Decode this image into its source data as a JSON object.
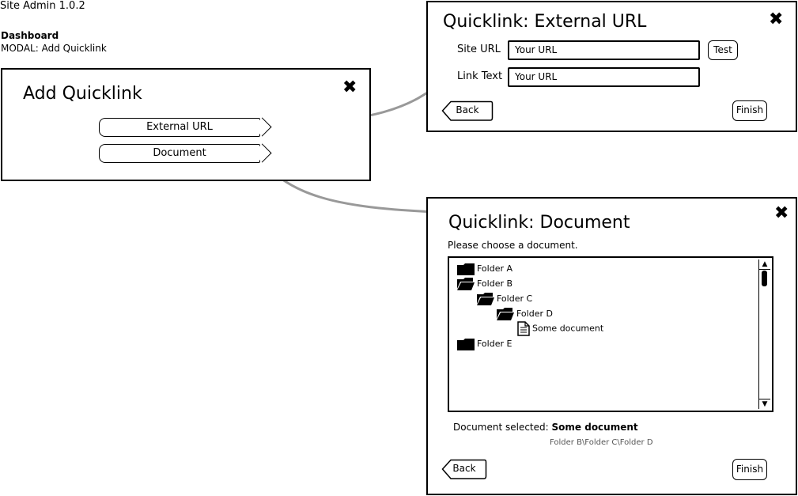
{
  "app": {
    "title": "Site Admin 1.0.2"
  },
  "breadcrumb": {
    "page": "Dashboard",
    "context": "MODAL: Add Quicklink"
  },
  "add_modal": {
    "heading": "Add Quicklink",
    "options": [
      "External URL",
      "Document"
    ],
    "close_icon": "close-icon"
  },
  "url_modal": {
    "heading": "Quicklink: External URL",
    "site_url_label": "Site URL",
    "site_url_value": "Your URL",
    "link_text_label": "Link Text",
    "link_text_value": "Your URL",
    "test_label": "Test",
    "back_label": "Back",
    "finish_label": "Finish"
  },
  "doc_modal": {
    "heading": "Quicklink: Document",
    "instruction": "Please choose a document.",
    "tree": [
      {
        "label": "Folder A",
        "type": "folder-closed",
        "depth": 0
      },
      {
        "label": "Folder B",
        "type": "folder-open",
        "depth": 0
      },
      {
        "label": "Folder C",
        "type": "folder-open",
        "depth": 1
      },
      {
        "label": "Folder D",
        "type": "folder-open",
        "depth": 2
      },
      {
        "label": "Some document",
        "type": "document",
        "depth": 3
      },
      {
        "label": "Folder E",
        "type": "folder-closed",
        "depth": 0
      }
    ],
    "selected_label": "Document selected:",
    "selected_value": "Some document",
    "selected_path": "Folder B\\Folder C\\Folder D",
    "back_label": "Back",
    "finish_label": "Finish"
  }
}
